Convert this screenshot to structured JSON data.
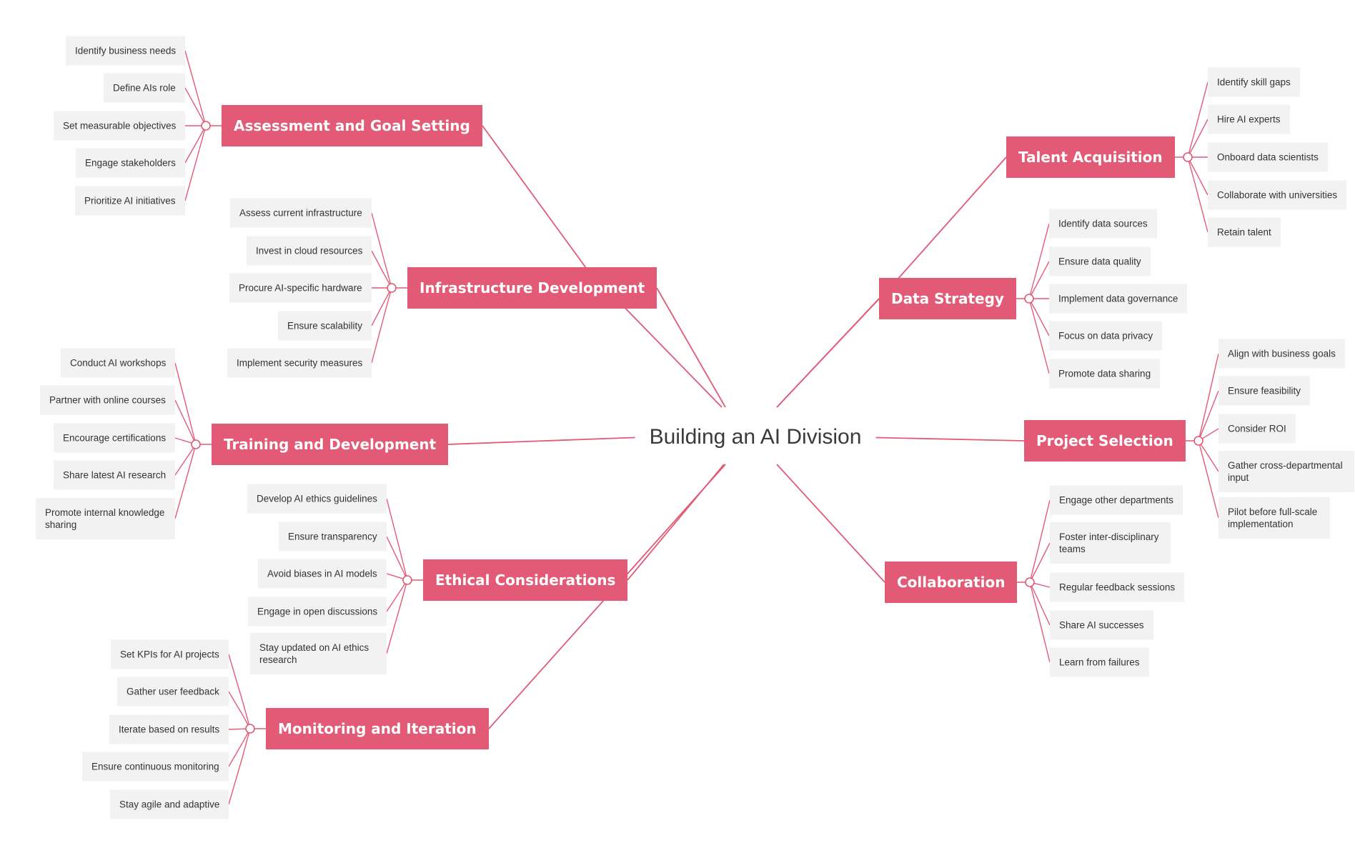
{
  "diagram": {
    "central_topic": "Building an AI Division",
    "colors": {
      "branch": "#e35a76",
      "connector": "#e35a76",
      "leaf_background": "#f2f2f2",
      "leaf_text": "#333333",
      "central_text": "#3a3a3a"
    },
    "branches": [
      {
        "label": "Assessment and Goal Setting",
        "side": "left",
        "children": [
          "Identify business needs",
          "Define AIs role",
          "Set measurable objectives",
          "Engage stakeholders",
          "Prioritize AI initiatives"
        ]
      },
      {
        "label": "Infrastructure Development",
        "side": "left",
        "children": [
          "Assess current infrastructure",
          "Invest in cloud resources",
          "Procure AI-specific hardware",
          "Ensure scalability",
          "Implement security measures"
        ]
      },
      {
        "label": "Training and Development",
        "side": "left",
        "children": [
          "Conduct AI workshops",
          "Partner with online courses",
          "Encourage certifications",
          "Share latest AI research",
          "Promote internal knowledge sharing"
        ]
      },
      {
        "label": "Ethical Considerations",
        "side": "left",
        "children": [
          "Develop AI ethics guidelines",
          "Ensure transparency",
          "Avoid biases in AI models",
          "Engage in open discussions",
          "Stay updated on AI ethics research"
        ]
      },
      {
        "label": "Monitoring and Iteration",
        "side": "left",
        "children": [
          "Set KPIs for AI projects",
          "Gather user feedback",
          "Iterate based on results",
          "Ensure continuous monitoring",
          "Stay agile and adaptive"
        ]
      },
      {
        "label": "Talent Acquisition",
        "side": "right",
        "children": [
          "Identify skill gaps",
          "Hire AI experts",
          "Onboard data scientists",
          "Collaborate with universities",
          "Retain talent"
        ]
      },
      {
        "label": "Data Strategy",
        "side": "right",
        "children": [
          "Identify data sources",
          "Ensure data quality",
          "Implement data governance",
          "Focus on data privacy",
          "Promote data sharing"
        ]
      },
      {
        "label": "Project Selection",
        "side": "right",
        "children": [
          "Align with business goals",
          "Ensure feasibility",
          "Consider ROI",
          "Gather cross-departmental input",
          "Pilot before full-scale implementation"
        ]
      },
      {
        "label": "Collaboration",
        "side": "right",
        "children": [
          "Engage other departments",
          "Foster inter-disciplinary teams",
          "Regular feedback sessions",
          "Share AI successes",
          "Learn from failures"
        ]
      }
    ]
  }
}
